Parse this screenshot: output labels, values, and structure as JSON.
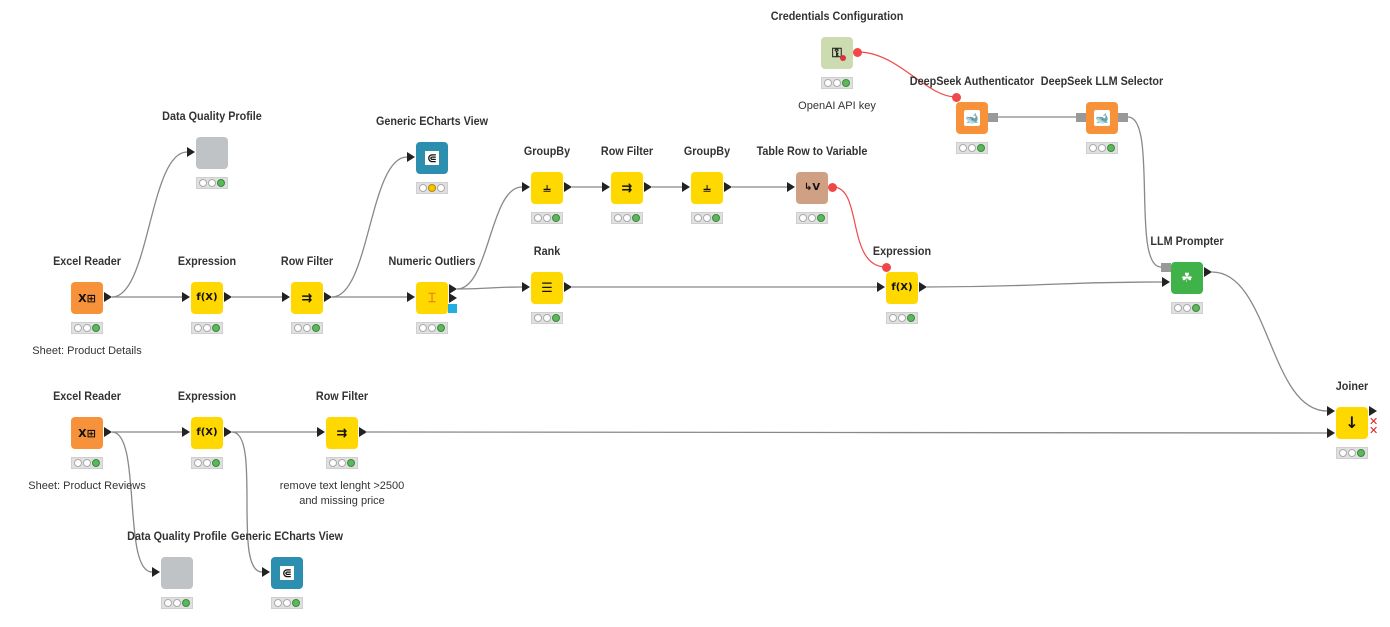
{
  "workflow": {
    "nodes": [
      {
        "id": "excel1",
        "title": "Excel Reader",
        "desc": "Sheet: Product Details",
        "icon": "excel-icon",
        "color": "#f7923a",
        "status": [
          "off",
          "off",
          "green"
        ]
      },
      {
        "id": "expr1",
        "title": "Expression",
        "desc": "",
        "icon": "expression-icon",
        "color": "#ffd800",
        "status": [
          "off",
          "off",
          "green"
        ]
      },
      {
        "id": "rowf1",
        "title": "Row Filter",
        "desc": "",
        "icon": "row-filter-icon",
        "color": "#ffd800",
        "status": [
          "off",
          "off",
          "green"
        ]
      },
      {
        "id": "dqp1",
        "title": "Data Quality Profile",
        "desc": "",
        "icon": "component-icon",
        "color": "#c0c3c6",
        "status": [
          "off",
          "off",
          "green"
        ]
      },
      {
        "id": "ech1",
        "title": "Generic ECharts View",
        "desc": "",
        "icon": "echarts-icon",
        "color": "#2c8fb0",
        "status": [
          "off",
          "yellow",
          "off"
        ]
      },
      {
        "id": "outl",
        "title": "Numeric Outliers",
        "desc": "",
        "icon": "numeric-outliers-icon",
        "color": "#ffd800",
        "status": [
          "off",
          "off",
          "green"
        ]
      },
      {
        "id": "gb1",
        "title": "GroupBy",
        "desc": "",
        "icon": "groupby-icon",
        "color": "#ffd800",
        "status": [
          "off",
          "off",
          "green"
        ]
      },
      {
        "id": "rowf2",
        "title": "Row Filter",
        "desc": "",
        "icon": "row-filter-icon",
        "color": "#ffd800",
        "status": [
          "off",
          "off",
          "green"
        ]
      },
      {
        "id": "gb2",
        "title": "GroupBy",
        "desc": "",
        "icon": "groupby-icon",
        "color": "#ffd800",
        "status": [
          "off",
          "off",
          "green"
        ]
      },
      {
        "id": "trv",
        "title": "Table Row to Variable",
        "desc": "",
        "icon": "table-row-to-variable-icon",
        "color": "#cfa084",
        "status": [
          "off",
          "off",
          "green"
        ]
      },
      {
        "id": "rank",
        "title": "Rank",
        "desc": "",
        "icon": "rank-icon",
        "color": "#ffd800",
        "status": [
          "off",
          "off",
          "green"
        ]
      },
      {
        "id": "expr2",
        "title": "Expression",
        "desc": "",
        "icon": "expression-icon",
        "color": "#ffd800",
        "status": [
          "off",
          "off",
          "green"
        ]
      },
      {
        "id": "cred",
        "title": "Credentials Configuration",
        "desc": "OpenAI API key",
        "icon": "credentials-icon",
        "color": "#cddcb0",
        "status": [
          "off",
          "off",
          "green"
        ]
      },
      {
        "id": "dsauth",
        "title": "DeepSeek Authenticator",
        "desc": "",
        "icon": "deepseek-icon",
        "color": "#f7923a",
        "status": [
          "off",
          "off",
          "green"
        ]
      },
      {
        "id": "dssel",
        "title": "DeepSeek LLM Selector",
        "desc": "",
        "icon": "deepseek-icon",
        "color": "#f7923a",
        "status": [
          "off",
          "off",
          "green"
        ]
      },
      {
        "id": "llm",
        "title": "LLM Prompter",
        "desc": "",
        "icon": "llm-prompter-icon",
        "color": "#3fb249",
        "status": [
          "off",
          "off",
          "green"
        ]
      },
      {
        "id": "joiner",
        "title": "Joiner",
        "desc": "",
        "icon": "joiner-icon",
        "color": "#ffd800",
        "status": [
          "off",
          "off",
          "green"
        ]
      },
      {
        "id": "excel2",
        "title": "Excel Reader",
        "desc": "Sheet: Product Reviews",
        "icon": "excel-icon",
        "color": "#f7923a",
        "status": [
          "off",
          "off",
          "green"
        ]
      },
      {
        "id": "expr3",
        "title": "Expression",
        "desc": "",
        "icon": "expression-icon",
        "color": "#ffd800",
        "status": [
          "off",
          "off",
          "green"
        ]
      },
      {
        "id": "rowf3",
        "title": "Row Filter",
        "desc": "remove text lenght >2500\nand missing price",
        "icon": "row-filter-icon",
        "color": "#ffd800",
        "status": [
          "off",
          "off",
          "green"
        ]
      },
      {
        "id": "dqp2",
        "title": "Data Quality Profile",
        "desc": "",
        "icon": "component-icon",
        "color": "#c0c3c6",
        "status": [
          "off",
          "off",
          "green"
        ]
      },
      {
        "id": "ech2",
        "title": "Generic ECharts View",
        "desc": "",
        "icon": "echarts-icon",
        "color": "#2c8fb0",
        "status": [
          "off",
          "off",
          "green"
        ]
      }
    ],
    "icon_glyphs": {
      "excel-icon": "X⊞",
      "expression-icon": "f(X)",
      "row-filter-icon": "⇉",
      "groupby-icon": "⫨",
      "rank-icon": "☰",
      "echarts-icon": "⋐",
      "numeric-outliers-icon": "⌶",
      "table-row-to-variable-icon": "↳V",
      "credentials-icon": "⚿",
      "deepseek-icon": "🐳",
      "llm-prompter-icon": "☘",
      "joiner-icon": "↓",
      "component-icon": ""
    },
    "connections": [
      {
        "from": "excel1",
        "to": "expr1",
        "type": "data"
      },
      {
        "from": "excel1",
        "to": "dqp1",
        "type": "data"
      },
      {
        "from": "expr1",
        "to": "rowf1",
        "type": "data"
      },
      {
        "from": "rowf1",
        "to": "outl",
        "type": "data"
      },
      {
        "from": "rowf1",
        "to": "ech1",
        "type": "data"
      },
      {
        "from": "outl",
        "to": "gb1",
        "type": "data"
      },
      {
        "from": "outl",
        "to": "rank",
        "type": "data"
      },
      {
        "from": "gb1",
        "to": "rowf2",
        "type": "data"
      },
      {
        "from": "rowf2",
        "to": "gb2",
        "type": "data"
      },
      {
        "from": "gb2",
        "to": "trv",
        "type": "data"
      },
      {
        "from": "trv",
        "to": "expr2",
        "type": "flow-variable"
      },
      {
        "from": "rank",
        "to": "expr2",
        "type": "data"
      },
      {
        "from": "expr2",
        "to": "llm",
        "type": "data"
      },
      {
        "from": "cred",
        "to": "dsauth",
        "type": "flow-variable"
      },
      {
        "from": "dsauth",
        "to": "dssel",
        "type": "model"
      },
      {
        "from": "dssel",
        "to": "llm",
        "type": "model"
      },
      {
        "from": "llm",
        "to": "joiner",
        "type": "data"
      },
      {
        "from": "excel2",
        "to": "expr3",
        "type": "data"
      },
      {
        "from": "excel2",
        "to": "dqp2",
        "type": "data"
      },
      {
        "from": "expr3",
        "to": "rowf3",
        "type": "data"
      },
      {
        "from": "expr3",
        "to": "ech2",
        "type": "data"
      },
      {
        "from": "rowf3",
        "to": "joiner",
        "type": "data"
      }
    ],
    "colors": {
      "data_edge": "#888888",
      "flow_edge": "#f04848",
      "status_green": "#5cb85c",
      "status_yellow": "#f5c500"
    }
  }
}
